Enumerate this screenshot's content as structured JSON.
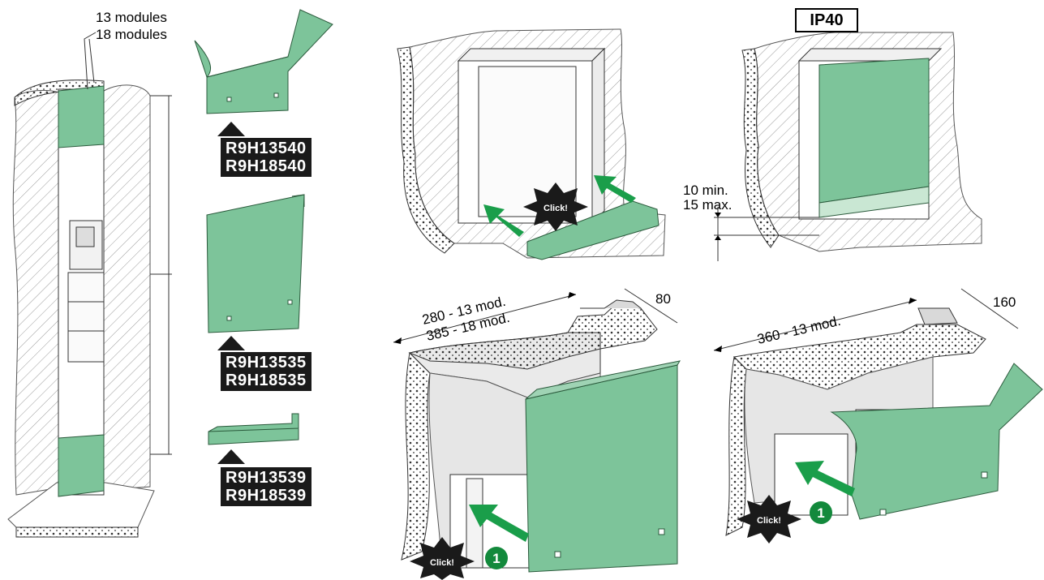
{
  "labels": {
    "modules_13": "13 modules",
    "modules_18": "18 modules",
    "ip_rating": "IP40",
    "gap_min": "10 min.",
    "gap_max": "15 max.",
    "dim_280": "280 - 13 mod.",
    "dim_385": "385 - 18 mod.",
    "dim_80": "80",
    "dim_360": "360 - 13 mod.",
    "dim_160": "160",
    "click": "Click!",
    "step_1": "1"
  },
  "refs": {
    "top_a": "R9H13540",
    "top_b": "R9H18540",
    "front_a": "R9H13535",
    "front_b": "R9H18535",
    "bottom_a": "R9H13539",
    "bottom_b": "R9H18539"
  },
  "colors": {
    "panel_green": "#7dc49a",
    "panel_stroke": "#2b5a3c",
    "arrow_green": "#1a9e4a",
    "step_badge": "#13893c",
    "wall_gray": "#e6e6e6",
    "label_bg": "#1a1a1a"
  }
}
